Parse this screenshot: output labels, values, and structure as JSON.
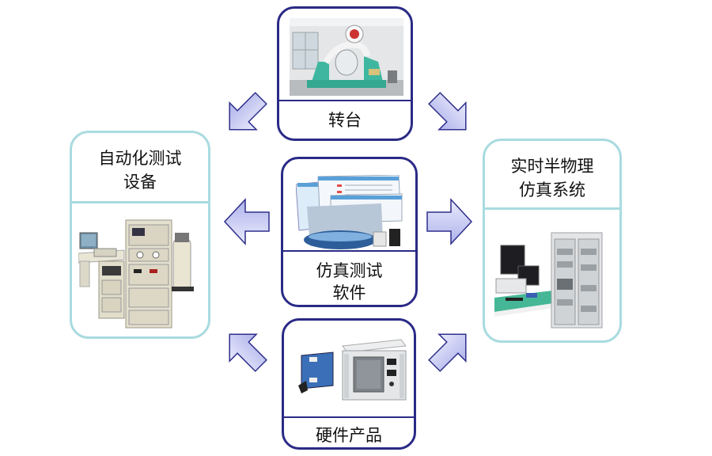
{
  "diagram": {
    "title": "",
    "nodes": {
      "turntable": {
        "label": "转台",
        "image": "turntable-photo"
      },
      "auto_test": {
        "label_line1": "自动化测试",
        "label_line2": "设备",
        "image": "test-rack-photo"
      },
      "rt_sim": {
        "label_line1": "实时半物理",
        "label_line2": "仿真系统",
        "image": "simulation-rack-photo"
      },
      "sim_software": {
        "label_line1": "仿真测试",
        "label_line2": "软件",
        "image": "software-screens-photo"
      },
      "hardware": {
        "label": "硬件产品",
        "image": "hardware-card-chassis-photo"
      }
    },
    "edges": [
      {
        "from": "turntable",
        "to": "auto_test",
        "direction": "down-left"
      },
      {
        "from": "turntable",
        "to": "rt_sim",
        "direction": "down-right"
      },
      {
        "from": "sim_software",
        "to": "auto_test",
        "direction": "left"
      },
      {
        "from": "sim_software",
        "to": "rt_sim",
        "direction": "right"
      },
      {
        "from": "hardware",
        "to": "auto_test",
        "direction": "up-left"
      },
      {
        "from": "hardware",
        "to": "rt_sim",
        "direction": "up-right"
      }
    ],
    "colors": {
      "navy_border": "#2a2a86",
      "teal_border": "#a9dbe0",
      "arrow_fill_light": "#e6e8fb",
      "arrow_fill_dark": "#b4b8ec",
      "arrow_stroke": "#2f2f8c"
    }
  }
}
